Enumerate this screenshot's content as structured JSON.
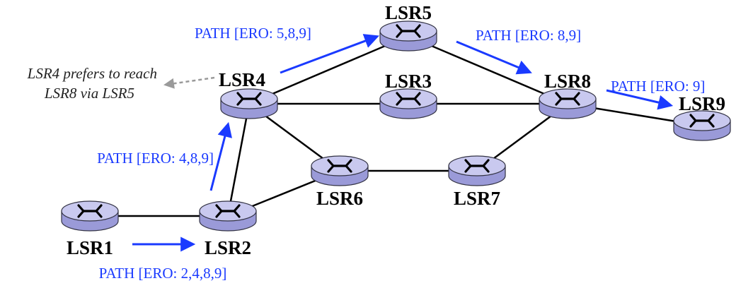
{
  "colors": {
    "router_fill": "#c9c9ef",
    "router_rim": "#9a9ad8",
    "link": "#000000",
    "path_arrow": "#1a3aff",
    "note_arrow": "#9a9a9a"
  },
  "icon_name": "router-icon",
  "routers": [
    {
      "id": "LSR1",
      "label": "LSR1"
    },
    {
      "id": "LSR2",
      "label": "LSR2"
    },
    {
      "id": "LSR3",
      "label": "LSR3"
    },
    {
      "id": "LSR4",
      "label": "LSR4"
    },
    {
      "id": "LSR5",
      "label": "LSR5"
    },
    {
      "id": "LSR6",
      "label": "LSR6"
    },
    {
      "id": "LSR7",
      "label": "LSR7"
    },
    {
      "id": "LSR8",
      "label": "LSR8"
    },
    {
      "id": "LSR9",
      "label": "LSR9"
    }
  ],
  "links": [
    [
      "LSR1",
      "LSR2"
    ],
    [
      "LSR2",
      "LSR4"
    ],
    [
      "LSR2",
      "LSR6"
    ],
    [
      "LSR4",
      "LSR5"
    ],
    [
      "LSR4",
      "LSR3"
    ],
    [
      "LSR4",
      "LSR6"
    ],
    [
      "LSR3",
      "LSR8"
    ],
    [
      "LSR5",
      "LSR8"
    ],
    [
      "LSR6",
      "LSR7"
    ],
    [
      "LSR7",
      "LSR8"
    ],
    [
      "LSR8",
      "LSR9"
    ]
  ],
  "path_messages": [
    {
      "text": "PATH [ERO: 2,4,8,9]",
      "from": "LSR1",
      "to": "LSR2"
    },
    {
      "text": "PATH [ERO: 4,8,9]",
      "from": "LSR2",
      "to": "LSR4"
    },
    {
      "text": "PATH [ERO: 5,8,9]",
      "from": "LSR4",
      "to": "LSR5"
    },
    {
      "text": "PATH [ERO: 8,9]",
      "from": "LSR5",
      "to": "LSR8"
    },
    {
      "text": "PATH [ERO: 9]",
      "from": "LSR8",
      "to": "LSR9"
    }
  ],
  "note": {
    "line1": "LSR4 prefers to reach",
    "line2": "LSR8 via LSR5"
  }
}
